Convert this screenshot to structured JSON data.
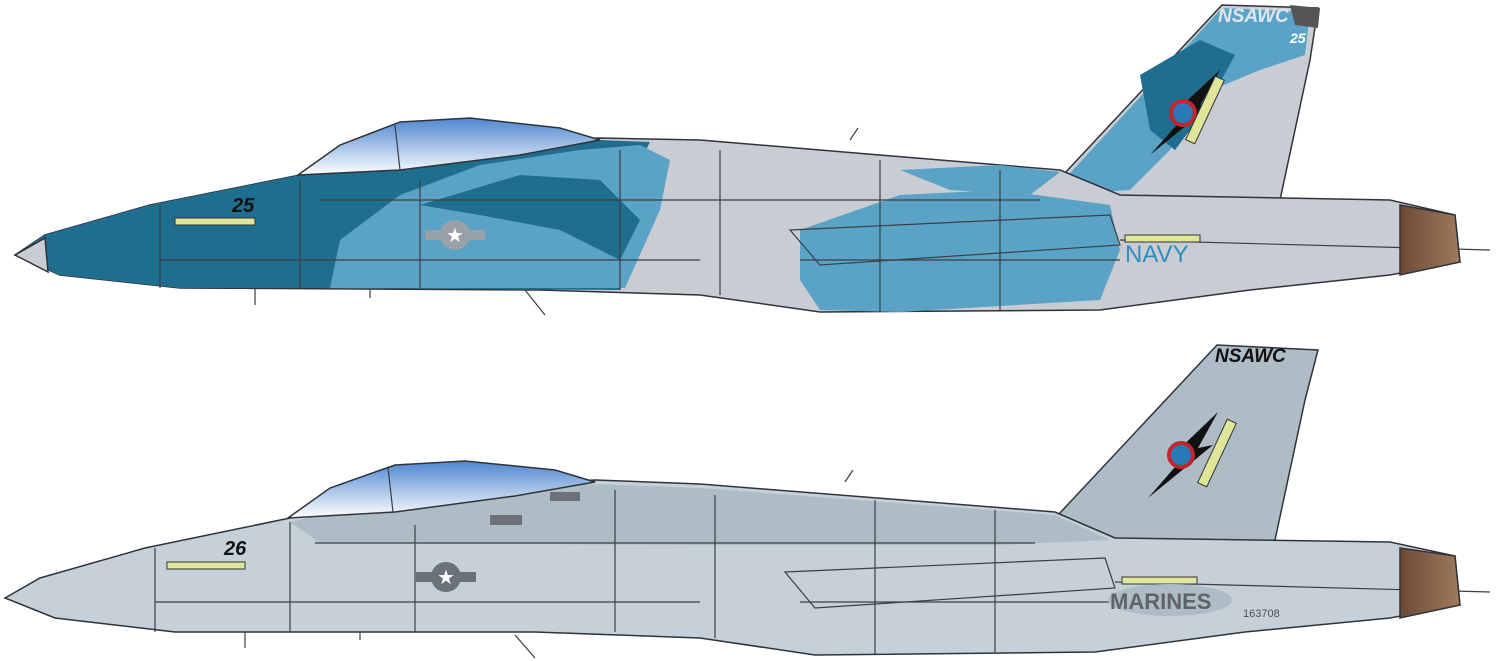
{
  "aircraft": [
    {
      "tail_code": "NSAWC",
      "tail_number": "25",
      "modex": "25",
      "service": "NAVY",
      "colors": {
        "base": "#c9ccd3",
        "camo_light": "#5aa3c7",
        "camo_dark": "#1f6d8f",
        "canopy": "#5d8fd4",
        "service_text": "#2b8fbf"
      }
    },
    {
      "tail_code": "NSAWC",
      "modex": "26",
      "service": "MARINES",
      "serial": "163708",
      "colors": {
        "base": "#c6d0d8",
        "upper": "#aebcc6",
        "canopy": "#5d8fd4",
        "service_text": "#5f6368"
      }
    }
  ]
}
